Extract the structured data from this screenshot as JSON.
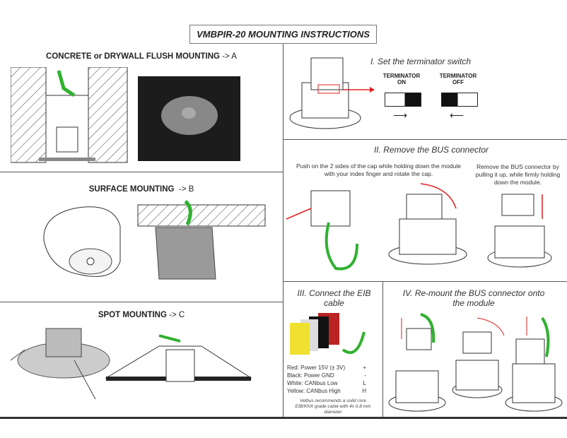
{
  "title": "VMBPIR-20 MOUNTING INSTRUCTIONS",
  "left": {
    "flush": {
      "label": "CONCRETE or DRYWALL FLUSH MOUNTING",
      "suffix": "-> A"
    },
    "surface": {
      "label": "SURFACE MOUNTING",
      "suffix": "-> B"
    },
    "spot": {
      "label": "SPOT MOUNTING",
      "suffix": "-> C"
    }
  },
  "step1": {
    "title": "I. Set the terminator switch",
    "on_label": "TERMINATOR ON",
    "off_label": "TERMINATOR OFF"
  },
  "step2": {
    "title": "II. Remove the BUS connector",
    "text_left": "Push on the 2 sides of the cap while holding down the module with your index finger and rotate the cap.",
    "text_right": "Remove the BUS connector by pulling it up, while firmly holding down the module."
  },
  "step3": {
    "title": "III. Connect the EIB cable",
    "wires": [
      {
        "label": "Red: Power 15V (± 3V)",
        "symbol": "+"
      },
      {
        "label": "Black: Power GND",
        "symbol": "-"
      },
      {
        "label": "White: CANbus Low",
        "symbol": "L"
      },
      {
        "label": "Yellow: CANbus High",
        "symbol": "H"
      }
    ],
    "note": "Velbus recommends a solid core EIB/KNX grade cable with 4x 0,8 mm diameter"
  },
  "step4": {
    "title": "IV. Re-mount the BUS connector onto the module"
  },
  "colors": {
    "accent_red": "#e02020",
    "cable_green": "#2fb12f"
  }
}
